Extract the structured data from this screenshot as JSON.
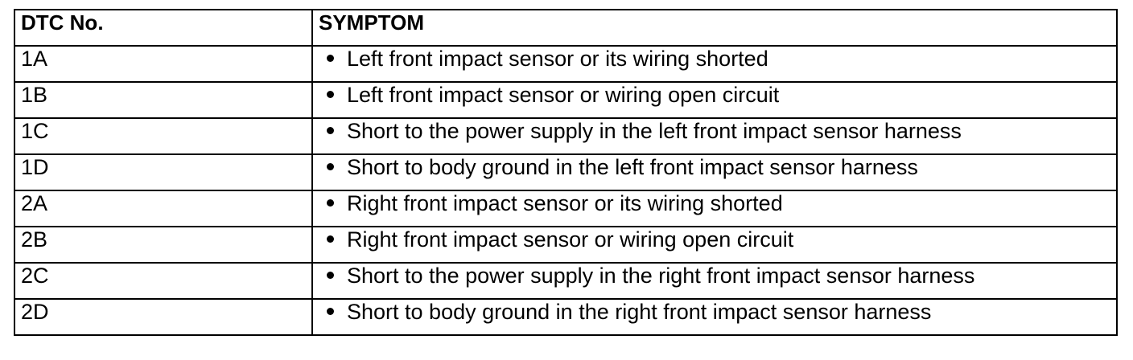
{
  "table": {
    "headers": {
      "dtc": "DTC No.",
      "symptom": "SYMPTOM"
    },
    "rows": [
      {
        "dtc": "1A",
        "symptom": "Left front impact sensor or its wiring shorted"
      },
      {
        "dtc": "1B",
        "symptom": "Left front impact sensor or wiring open circuit"
      },
      {
        "dtc": "1C",
        "symptom": "Short to the power supply in the left front impact sensor harness"
      },
      {
        "dtc": "1D",
        "symptom": "Short to body ground in the left front impact sensor harness"
      },
      {
        "dtc": "2A",
        "symptom": "Right front impact sensor or its wiring shorted"
      },
      {
        "dtc": "2B",
        "symptom": "Right front impact sensor or wiring open circuit"
      },
      {
        "dtc": "2C",
        "symptom": "Short to the power supply in the right front impact sensor harness"
      },
      {
        "dtc": "2D",
        "symptom": "Short to body ground in the right front impact sensor harness"
      }
    ]
  },
  "colors": {
    "border": "#000000",
    "text": "#000000",
    "background": "#ffffff"
  }
}
